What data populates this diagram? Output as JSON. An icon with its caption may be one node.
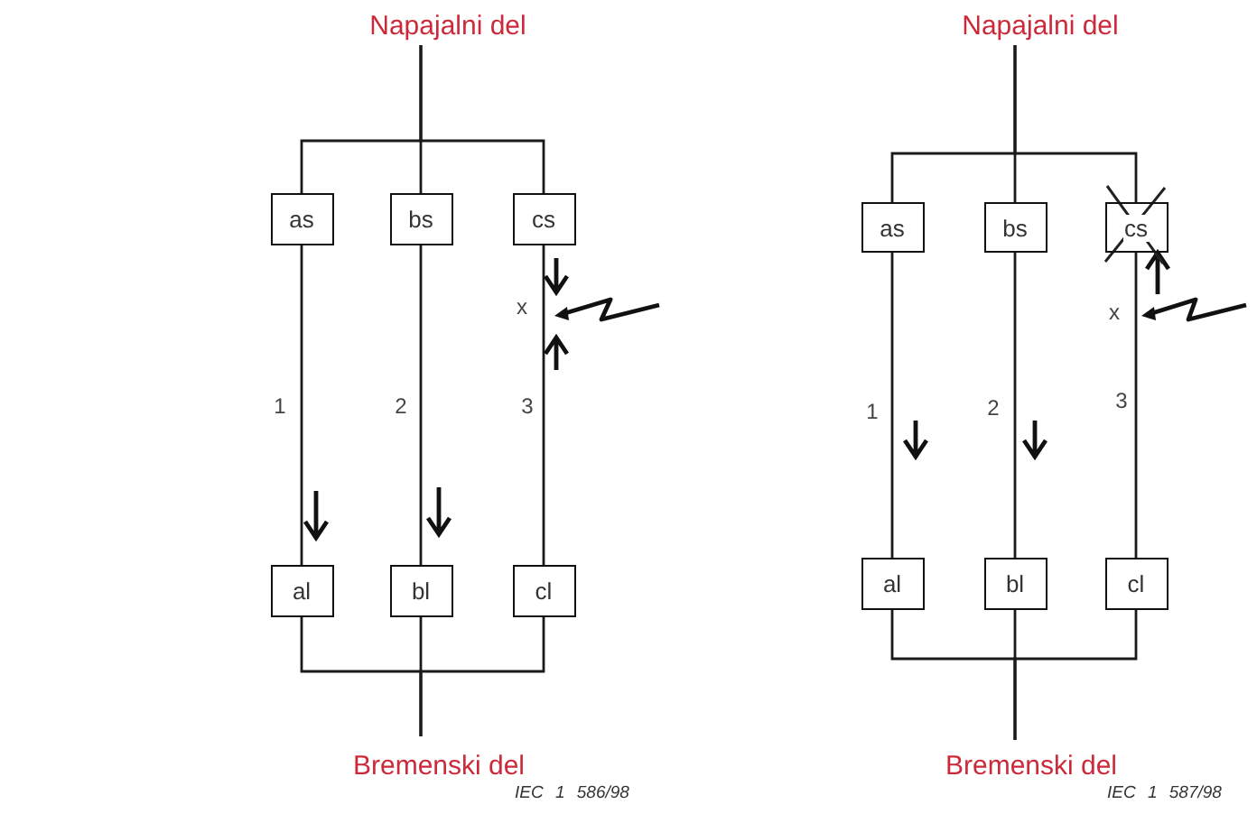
{
  "diagram": {
    "nodes": [
      {
        "text": [
          "Napajalni del"
        ]
      },
      {
        "text": [
          "as"
        ]
      },
      {
        "text": [
          "bs"
        ]
      },
      {
        "text": [
          "cs"
        ]
      },
      {
        "text": [
          "al"
        ]
      },
      {
        "text": [
          "bl"
        ]
      },
      {
        "text": [
          "cl"
        ]
      },
      {
        "text": [
          "Bremenski del"
        ]
      },
      {
        "text": [
          "Napajalni del"
        ]
      },
      {
        "text": [
          "as"
        ]
      },
      {
        "text": [
          "bs"
        ]
      },
      {
        "text": [
          "cs"
        ]
      },
      {
        "text": [
          "al"
        ]
      },
      {
        "text": [
          "bl"
        ]
      },
      {
        "text": [
          "cl"
        ]
      },
      {
        "text": [
          "Bremenski del"
        ]
      }
    ],
    "edges": [
      {
        "from": 0,
        "to": 1,
        "arrow": "none"
      },
      {
        "from": 0,
        "to": 2,
        "arrow": "none"
      },
      {
        "from": 0,
        "to": 3,
        "arrow": "none"
      },
      {
        "from": 1,
        "to": 4,
        "arrow": "none"
      },
      {
        "from": 2,
        "to": 5,
        "arrow": "none"
      },
      {
        "from": 3,
        "to": 6,
        "arrow": "none"
      },
      {
        "from": 4,
        "to": 7,
        "arrow": "none"
      },
      {
        "from": 5,
        "to": 7,
        "arrow": "none"
      },
      {
        "from": 6,
        "to": 7,
        "arrow": "none"
      },
      {
        "from": 8,
        "to": 9,
        "arrow": "none"
      },
      {
        "from": 8,
        "to": 10,
        "arrow": "none"
      },
      {
        "from": 8,
        "to": 11,
        "arrow": "none"
      },
      {
        "from": 9,
        "to": 12,
        "arrow": "none"
      },
      {
        "from": 10,
        "to": 13,
        "arrow": "none"
      },
      {
        "from": 11,
        "to": 14,
        "arrow": "none"
      },
      {
        "from": 12,
        "to": 15,
        "arrow": "none"
      },
      {
        "from": 13,
        "to": 15,
        "arrow": "none"
      },
      {
        "from": 14,
        "to": 15,
        "arrow": "none"
      }
    ],
    "labels": [
      "x",
      "1",
      "2",
      "3",
      "IEC 1 586/98",
      "x",
      "1",
      "2",
      "3",
      "IEC 1 587/98"
    ]
  }
}
